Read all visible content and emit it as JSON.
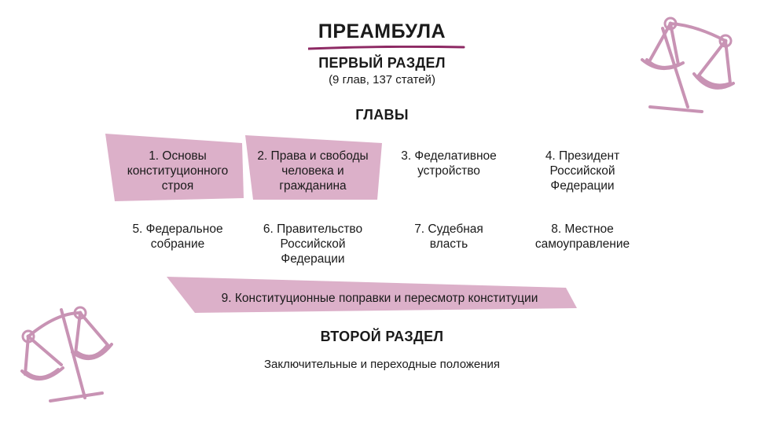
{
  "preamble": "ПРЕАМБУЛА",
  "first_section": {
    "title": "ПЕРВЫЙ РАЗДЕЛ",
    "subtitle": "(9 глав, 137 статей)"
  },
  "chapters_heading": "ГЛАВЫ",
  "chapters": [
    {
      "lines": [
        "1. Основы",
        "конституционного",
        "строя"
      ],
      "highlighted": true
    },
    {
      "lines": [
        "2. Права и свободы",
        "человека и",
        "гражданина"
      ],
      "highlighted": true
    },
    {
      "lines": [
        "3. Феделативное",
        "устройство"
      ],
      "highlighted": false
    },
    {
      "lines": [
        "4. Президент",
        "Российской",
        "Федерации"
      ],
      "highlighted": false
    },
    {
      "lines": [
        "5. Федеральное",
        "собрание"
      ],
      "highlighted": false
    },
    {
      "lines": [
        "6. Правительство",
        "Российской",
        "Федерации"
      ],
      "highlighted": false
    },
    {
      "lines": [
        "7. Судебная",
        "власть"
      ],
      "highlighted": false
    },
    {
      "lines": [
        "8. Местное",
        "самоуправление"
      ],
      "highlighted": false
    },
    {
      "lines": [
        "9. Конституционные поправки и пересмотр конституции"
      ],
      "highlighted": true
    }
  ],
  "second_section": {
    "title": "ВТОРОЙ РАЗДЕЛ",
    "subtitle": "Заключительные и переходные положения"
  },
  "colors": {
    "highlight": "#dcb0c9",
    "accent_line": "#8e2a64",
    "icon": "#c893b4"
  },
  "icons": [
    "scales-icon",
    "scales-icon"
  ]
}
